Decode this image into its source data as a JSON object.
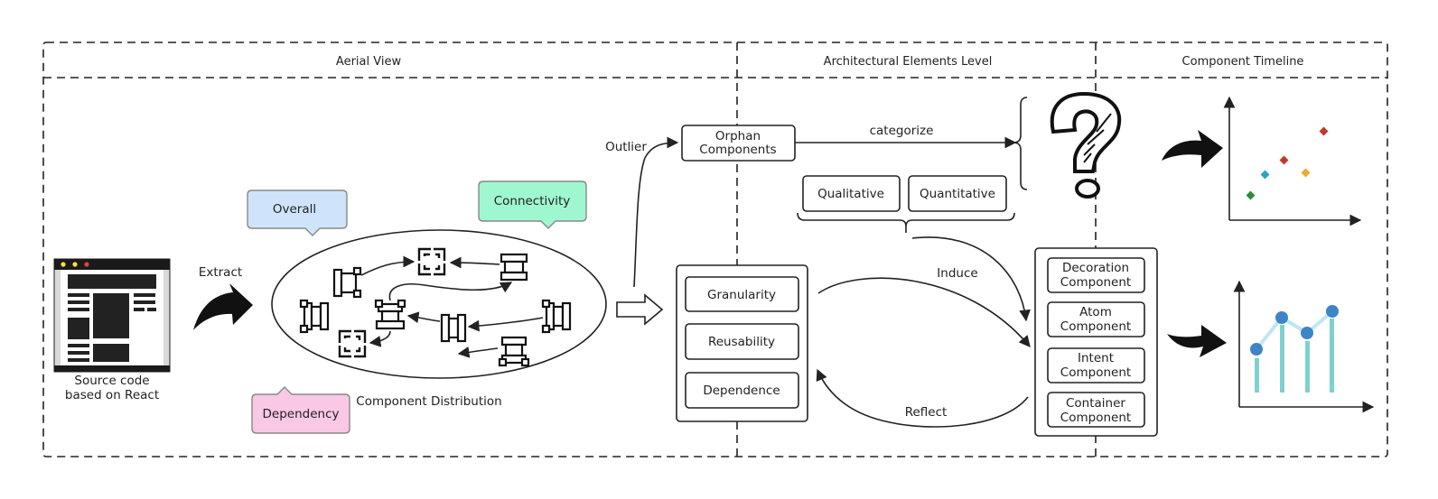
{
  "sections": {
    "aerial_view": "Aerial View",
    "architectural_elements_level": "Architectural Elements Level",
    "component_timeline": "Component Timeline"
  },
  "source": {
    "line1": "Source code",
    "line2": "based on React"
  },
  "extract_label": "Extract",
  "callouts": {
    "overall": "Overall",
    "connectivity": "Connectivity",
    "dependency": "Dependency"
  },
  "component_distribution_label": "Component Distribution",
  "outlier_label": "Outlier",
  "orphan": {
    "line1": "Orphan",
    "line2": "Components"
  },
  "categorize_label": "categorize",
  "qualitative_label": "Qualitative",
  "quantitative_label": "Quantitative",
  "metrics": [
    "Granularity",
    "Reusability",
    "Dependence"
  ],
  "induce_label": "Induce",
  "reflect_label": "Reflect",
  "component_types": [
    {
      "line1": "Decoration",
      "line2": "Component"
    },
    {
      "line1": "Atom",
      "line2": "Component"
    },
    {
      "line1": "Intent",
      "line2": "Component"
    },
    {
      "line1": "Container",
      "line2": "Component"
    }
  ],
  "colors": {
    "overall_bg": "#cfe4fb",
    "connectivity_bg": "#9ff7d0",
    "dependency_bg": "#f9c8e4",
    "callout_border": "#888888",
    "scatter": [
      "#2e8b3a",
      "#29a3c8",
      "#c0392b",
      "#f0a830",
      "#c0392b"
    ],
    "bar_line": "#7fd0d0",
    "bar_dot": "#3d85c6"
  },
  "icons": {
    "question": "question-mark-icon",
    "browser": "browser-window-icon",
    "curved_arrow": "curved-arrow-icon",
    "hollow_arrow": "hollow-arrow-icon"
  }
}
